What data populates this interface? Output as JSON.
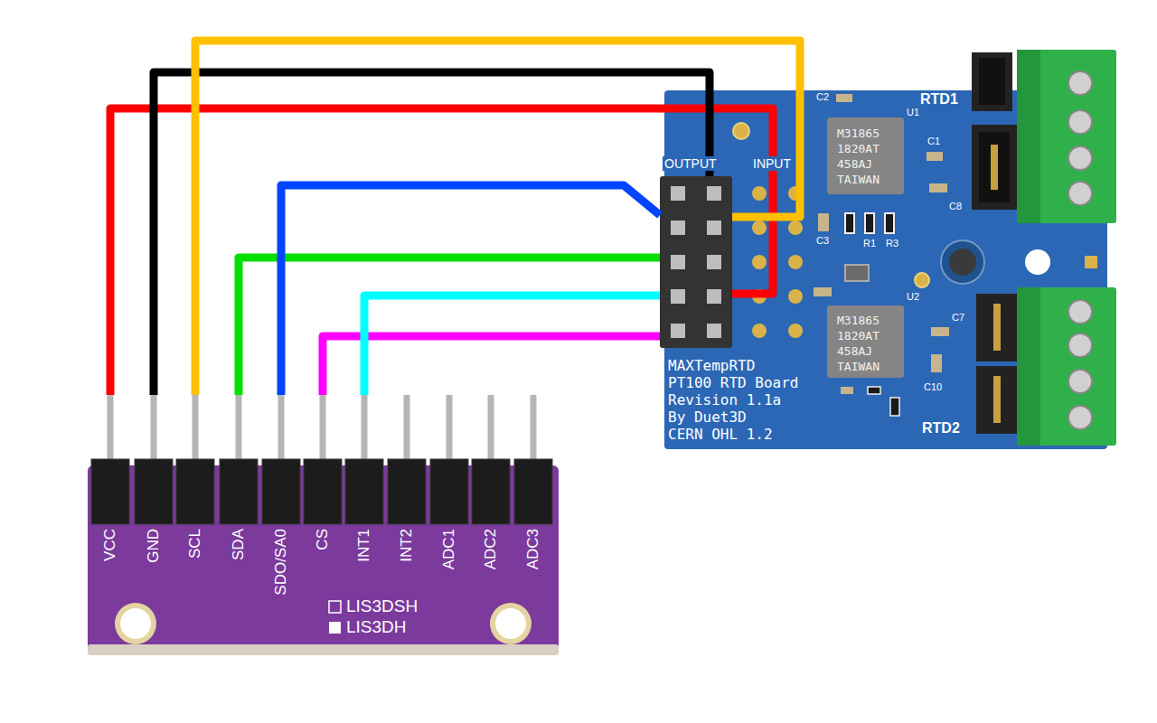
{
  "diagram": {
    "nodes": [
      {
        "text": [
          "LIS3DSH",
          "LIS3DH"
        ]
      },
      {
        "text": [
          "MAXTempRTD",
          "PT100 RTD Board",
          "Revision 1.1a",
          "By Duet3D",
          "CERN OHL 1.2"
        ]
      },
      {
        "text": [
          "OUTPUT"
        ],
        "in": 1
      },
      {
        "text": [
          "INPUT"
        ],
        "in": 1
      }
    ],
    "edges": [
      {
        "from": 0,
        "to": 2,
        "arrow": "none"
      },
      {
        "from": 0,
        "to": 2,
        "arrow": "none"
      },
      {
        "from": 0,
        "to": 2,
        "arrow": "none"
      },
      {
        "from": 0,
        "to": 2,
        "arrow": "none"
      },
      {
        "from": 0,
        "to": 2,
        "arrow": "none"
      },
      {
        "from": 0,
        "to": 2,
        "arrow": "none"
      },
      {
        "from": 0,
        "to": 2,
        "arrow": "none"
      }
    ],
    "labels": [
      "VCC",
      "GND",
      "SCL",
      "SDA",
      "SDO/SA0",
      "CS",
      "INT1",
      "INT2",
      "ADC1",
      "ADC2",
      "ADC3",
      "RTD1",
      "RTD2",
      "M31865 1820AT 458AJ TAIWAN",
      "M31865 1820AT 458AJ TAIWAN",
      "C2",
      "U1",
      "C1",
      "C8",
      "C3",
      "R1",
      "R3",
      "U2",
      "C7",
      "C10"
    ]
  }
}
